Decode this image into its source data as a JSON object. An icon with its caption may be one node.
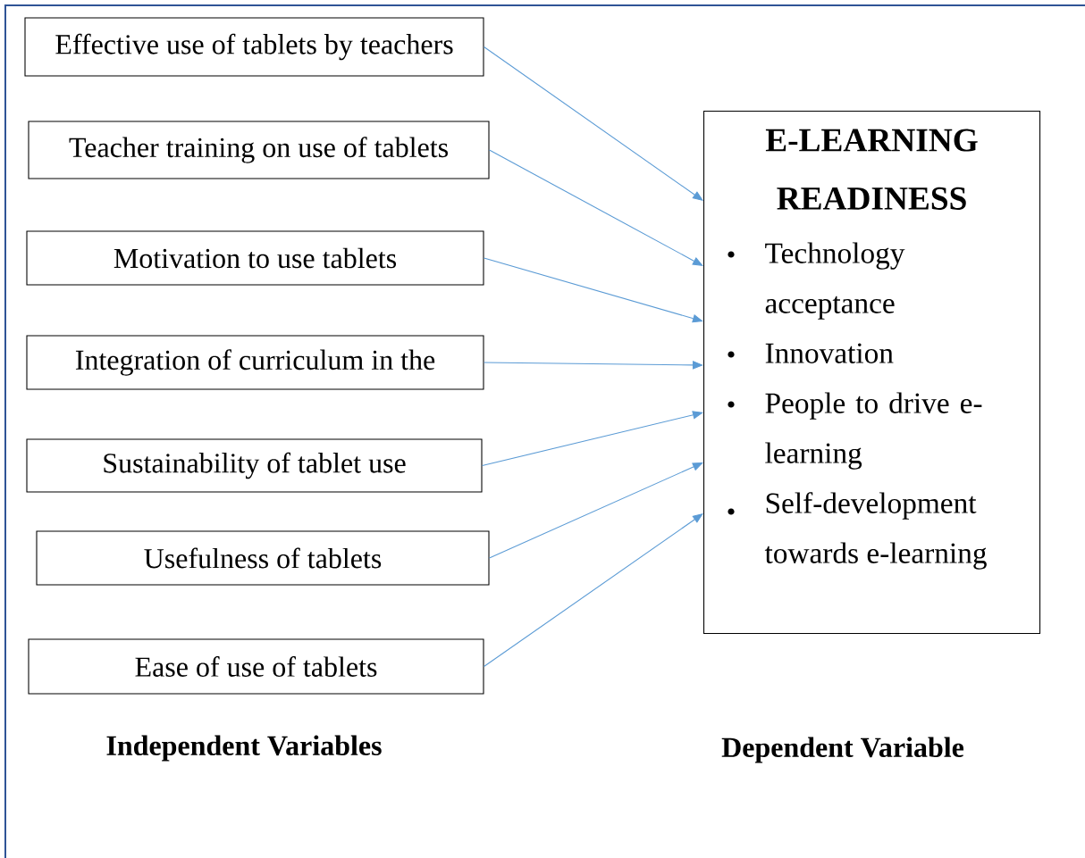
{
  "diagram": {
    "nodes": [
      {
        "text": [
          "Effective use of tablets by teachers"
        ]
      },
      {
        "text": [
          "Teacher training on use of tablets"
        ]
      },
      {
        "text": [
          "Motivation to use tablets"
        ]
      },
      {
        "text": [
          "Integration of curriculum in the"
        ]
      },
      {
        "text": [
          "Sustainability of tablet use"
        ]
      },
      {
        "text": [
          "Usefulness of tablets"
        ]
      },
      {
        "text": [
          "Ease of use of tablets"
        ]
      },
      {
        "text": [
          "E-LEARNING READINESS",
          "Technology acceptance",
          "Innovation",
          "People to drive e-learning",
          "Self-development towards e-learning"
        ]
      }
    ],
    "edges": [
      {
        "from": 0,
        "to": 7,
        "arrow": "to"
      },
      {
        "from": 1,
        "to": 7,
        "arrow": "to"
      },
      {
        "from": 2,
        "to": 7,
        "arrow": "to"
      },
      {
        "from": 3,
        "to": 7,
        "arrow": "to"
      },
      {
        "from": 4,
        "to": 7,
        "arrow": "to"
      },
      {
        "from": 5,
        "to": 7,
        "arrow": "to"
      },
      {
        "from": 6,
        "to": 7,
        "arrow": "to"
      }
    ],
    "labels": [
      "Independent Variables",
      "Dependent Variable"
    ]
  }
}
